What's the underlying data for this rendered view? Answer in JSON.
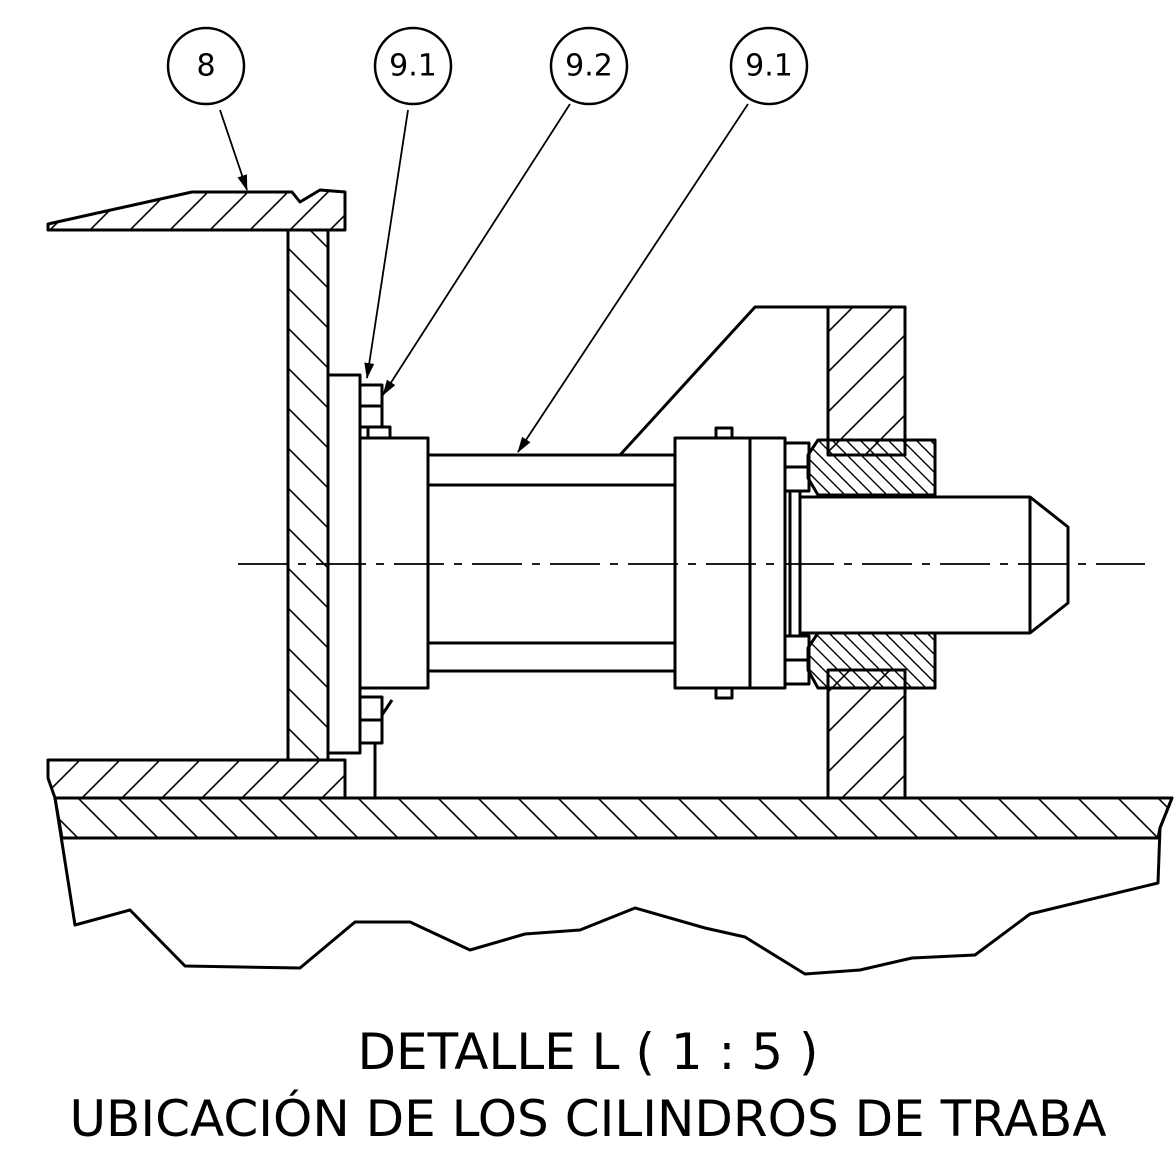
{
  "balloons": [
    {
      "label": "8"
    },
    {
      "label": "9.1"
    },
    {
      "label": "9.2"
    },
    {
      "label": "9.1"
    }
  ],
  "caption": {
    "line1": "DETALLE L ( 1 : 5 )",
    "line2": "UBICACIÓN DE LOS CILINDROS DE TRABA"
  },
  "colors": {
    "line": "#000000",
    "background": "#ffffff"
  }
}
